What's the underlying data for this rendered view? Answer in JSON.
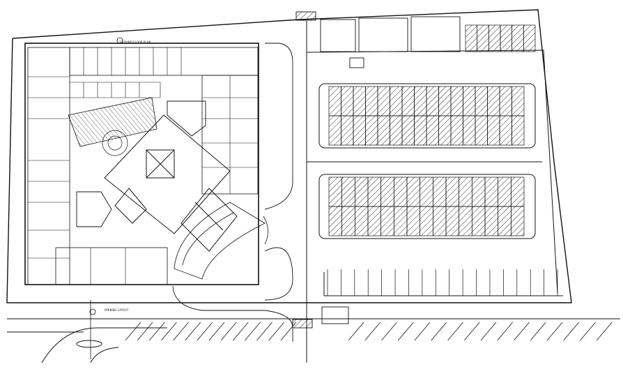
{
  "drawing": {
    "title_labels": [
      "GROUND FLOOR PLAN",
      "PARKING LAYOUT"
    ],
    "colors": {
      "background": "#ffffff",
      "line": "#111111",
      "hatch": "#333333"
    },
    "parking": {
      "upper_block_rows": 2,
      "upper_block_bays_per_row": 16,
      "lower_block_rows": 2,
      "lower_block_bays_per_row": 15,
      "bottom_row_bays": 17,
      "angled_bays": 30,
      "top_right_bays": 6
    }
  }
}
